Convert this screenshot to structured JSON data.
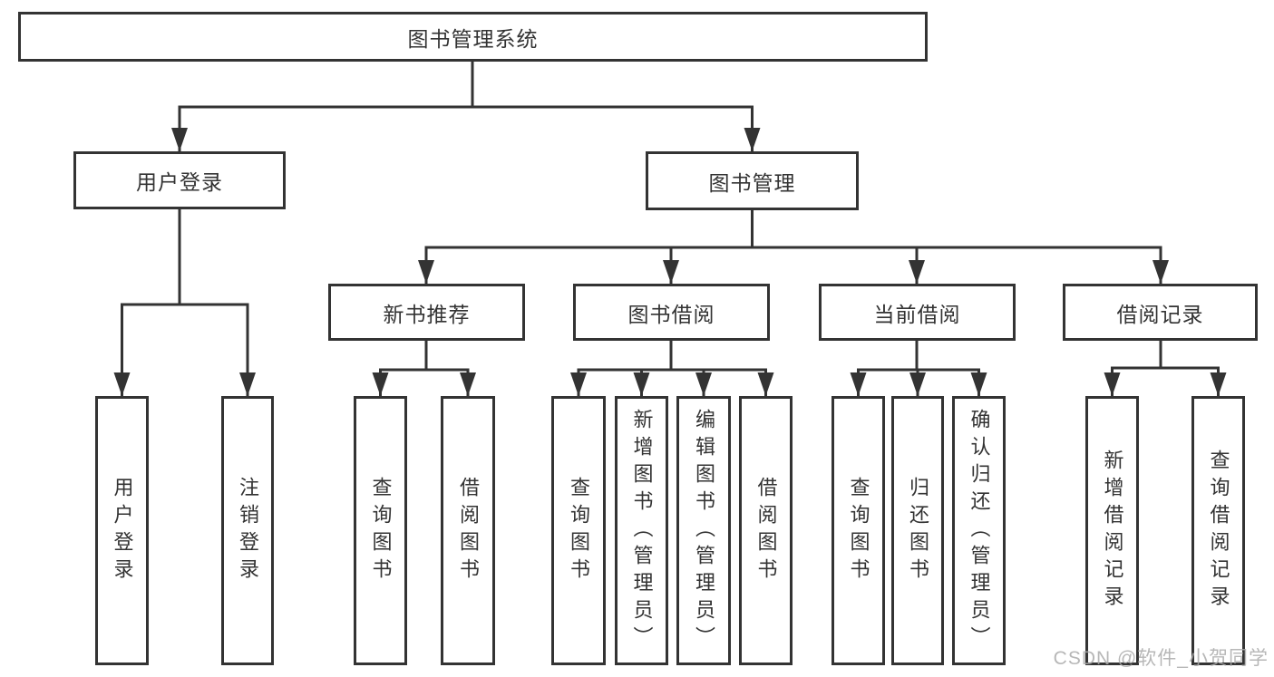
{
  "diagram": {
    "root": {
      "label": "图书管理系统"
    },
    "level2": {
      "user_login_group": {
        "label": "用户登录"
      },
      "book_management_group": {
        "label": "图书管理"
      }
    },
    "level3": {
      "new_book_recommend": {
        "label": "新书推荐"
      },
      "book_borrow": {
        "label": "图书借阅"
      },
      "current_borrow": {
        "label": "当前借阅"
      },
      "borrow_records": {
        "label": "借阅记录"
      }
    },
    "leaves": {
      "user_login": [
        "用户登录",
        "注销登录"
      ],
      "new_book_recommend": [
        "查询图书",
        "借阅图书"
      ],
      "book_borrow": [
        "查询图书",
        "新增图书（管理员）",
        "编辑图书（管理员）",
        "借阅图书"
      ],
      "current_borrow": [
        "查询图书",
        "归还图书",
        "确认归还（管理员）"
      ],
      "borrow_records": [
        "新增借阅记录",
        "查询借阅记录"
      ]
    }
  },
  "watermark": "CSDN @软件_小贺同学",
  "colors": {
    "line": "#333333",
    "text": "#333333",
    "background": "#ffffff",
    "watermark": "#aaaaaa"
  }
}
